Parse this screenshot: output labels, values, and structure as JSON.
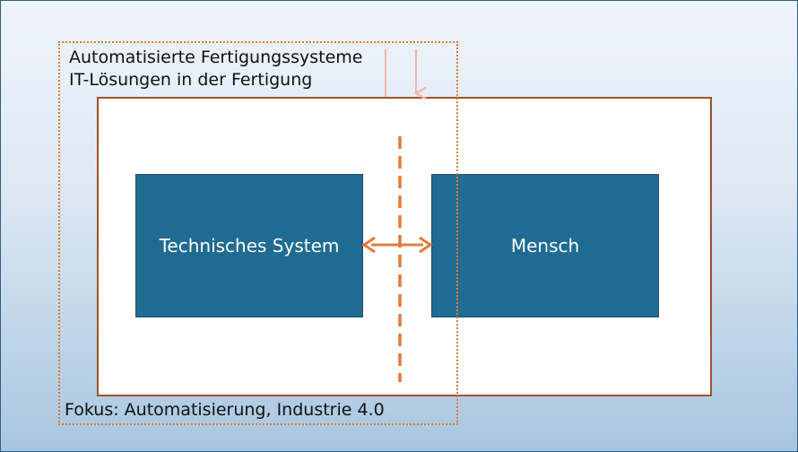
{
  "diagram": {
    "top_labels": [
      "Automatisierte Fertigungssysteme",
      "IT-Lösungen in der Fertigung"
    ],
    "box_left": "Technisches System",
    "box_right": "Mensch",
    "focus_text": "Fokus: Automatisierung, Industrie 4.0",
    "colors": {
      "box_fill": "#1f6b92",
      "accent_orange": "#e07b39",
      "frame_border": "#a0522d",
      "pink_arrow": "#f4b6a8"
    }
  }
}
